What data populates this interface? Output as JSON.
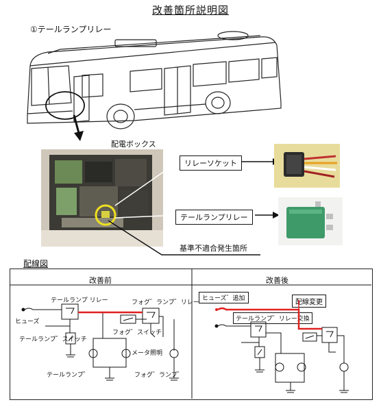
{
  "header": {
    "title": "改善箇所説明図",
    "subtitle": "①テールランプリレー"
  },
  "photos": {
    "distribution_box_label": "配電ボックス",
    "callouts": {
      "relay_socket": "リレーソケット",
      "tail_lamp_relay": "テールランプリレー",
      "non_conforming": "基準不適合発生箇所"
    }
  },
  "wiring": {
    "section_label": "配線図",
    "before": {
      "header": "改善前",
      "labels": {
        "tail_relay": "テールランプ リレー",
        "fog_relay": "フォグ゛ランプ゛リレー",
        "fuse": "ヒューズ",
        "tail_switch": "テールランプ゛スイッチ",
        "fog_switch": "フォグ゛スイッチ",
        "meter_light": "メータ照明",
        "tail_lamp": "テールランプ゛",
        "fog_lamp": "フォグ゛ランプ゛"
      }
    },
    "after": {
      "header": "改善後",
      "labels": {
        "fuse_added": "ヒューズ゛追加",
        "wiring_changed": "配線変更",
        "tail_relay_replaced": "テールランプ゛リレー交換"
      }
    }
  },
  "colors": {
    "highlight_red": "#e02020",
    "relay_green": "#3f9a6a",
    "socket_yellow_bg": "#e8dc9c",
    "callout_ring": "#f0e020"
  }
}
